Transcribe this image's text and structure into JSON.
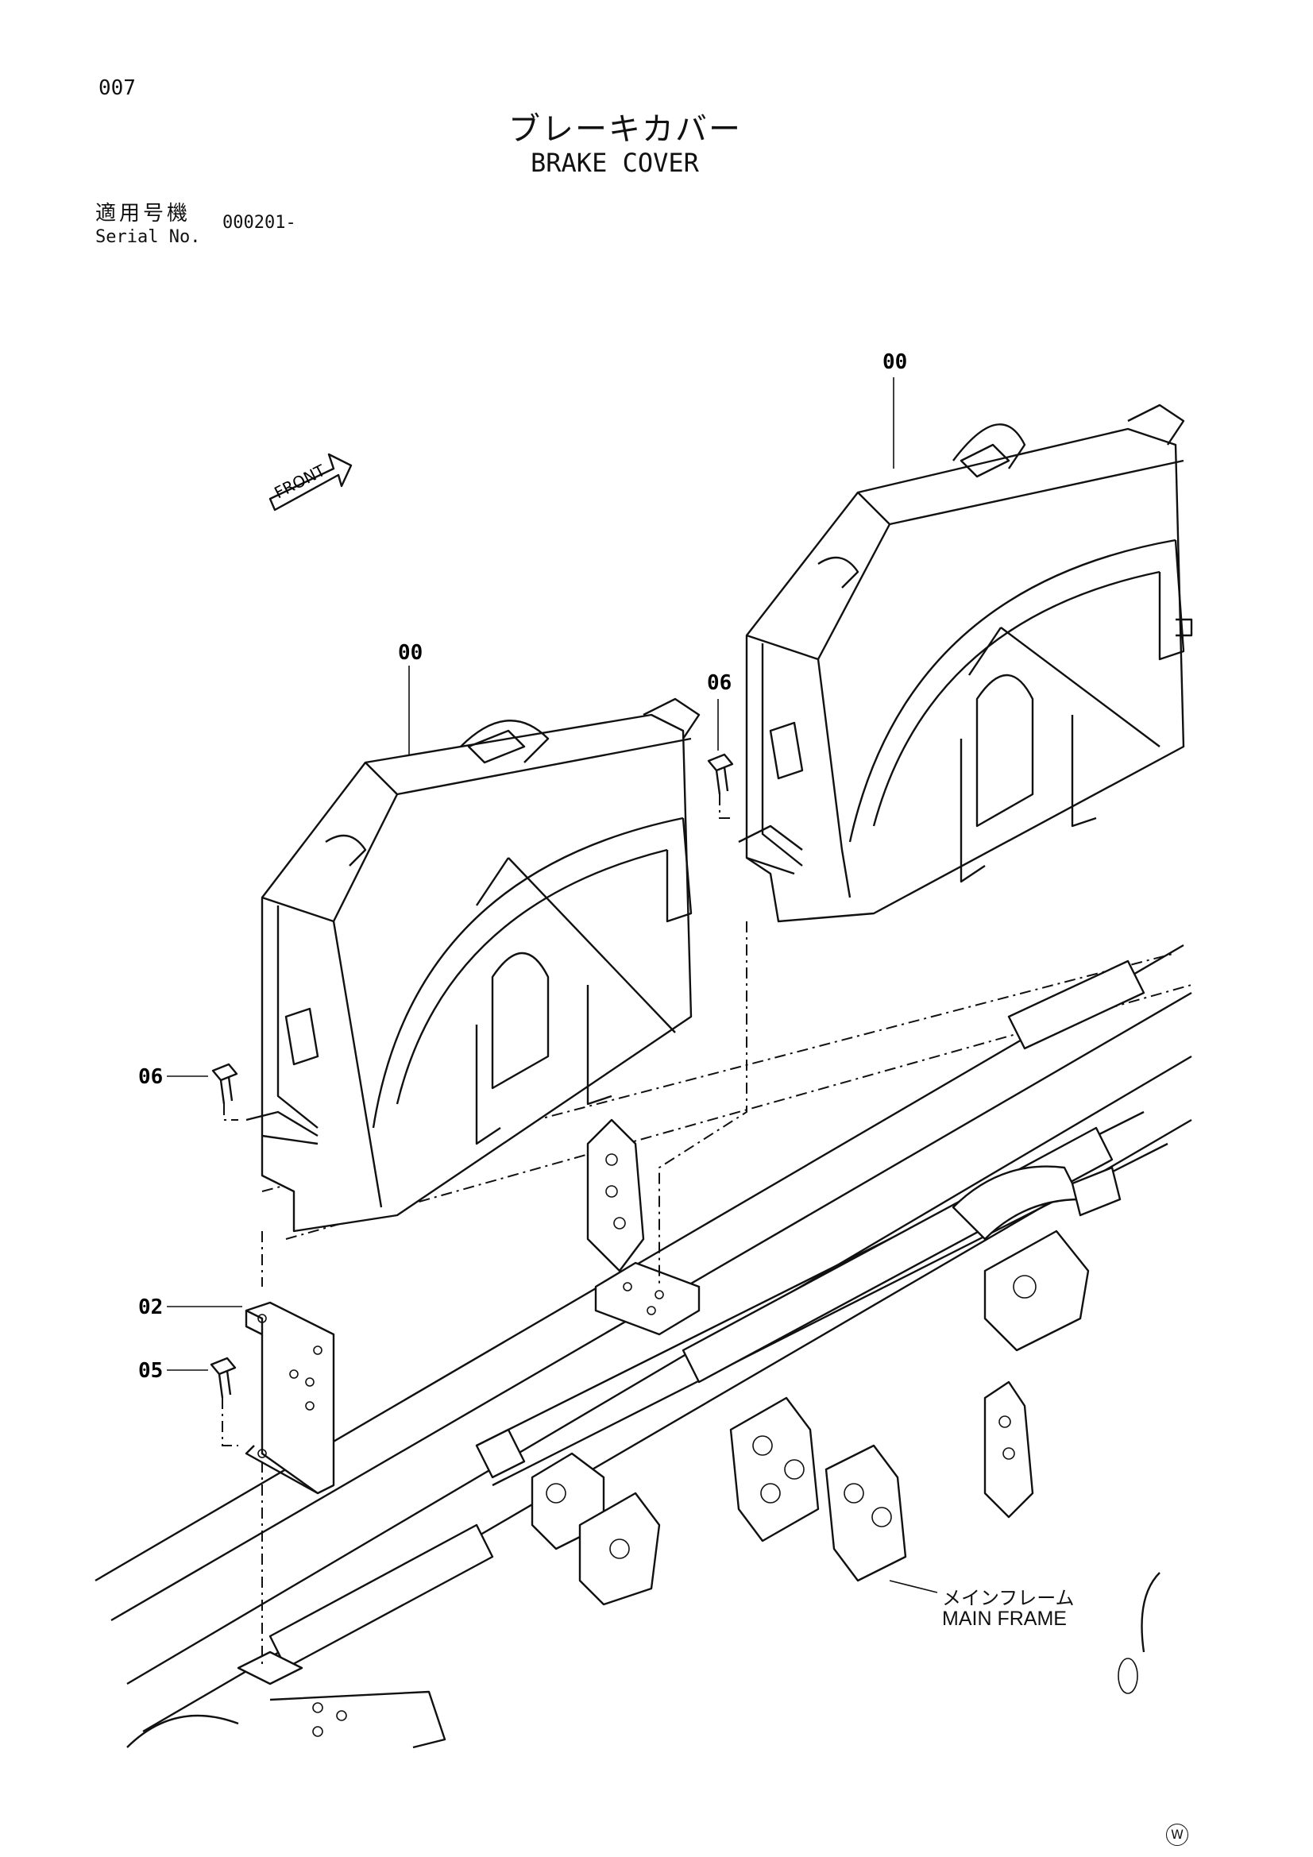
{
  "page_number": "007",
  "title_jp": "ブレーキカバー",
  "title_en": "BRAKE COVER",
  "serial": {
    "label_jp": "適用号機",
    "label_en": "Serial No.",
    "value": "000201-"
  },
  "direction_label": "FRONT",
  "callouts": {
    "cover_right": "00",
    "cover_left": "00",
    "bolt_right": "06",
    "bolt_left": "06",
    "bracket": "02",
    "bolt_bracket": "05"
  },
  "frame_label": {
    "jp": "メインフレーム",
    "en": "MAIN FRAME"
  },
  "watermark": "W"
}
